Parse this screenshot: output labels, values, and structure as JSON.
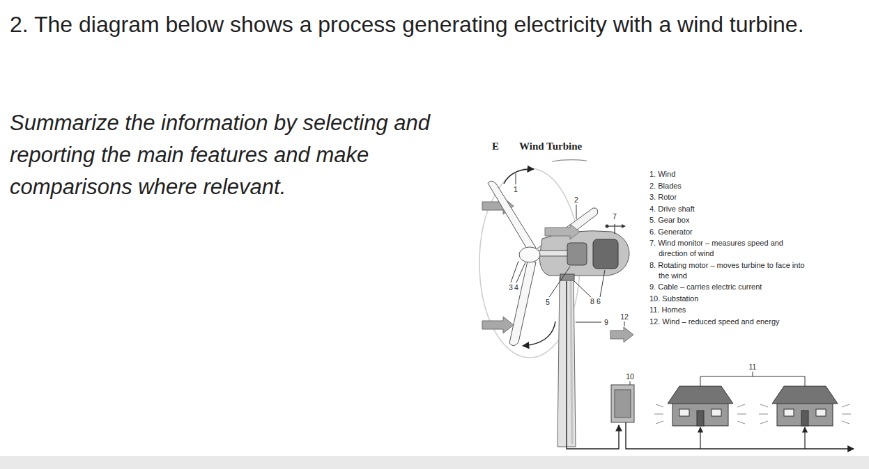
{
  "diagram": {
    "title": "2. The diagram below shows a process generating electricity with a wind turbine.",
    "labels": [
      "Summarize the information by selecting and reporting the main features and make comparisons where relevant.",
      "E",
      "Wind Turbine",
      "1. Wind",
      "2. Blades",
      "3. Rotor",
      "4. Drive shaft",
      "5. Gear box",
      "6. Generator",
      "7. Wind monitor – measures speed and direction of wind",
      "8. Rotating motor – moves turbine to face into the wind",
      "9. Cable – carries electric current",
      "10. Substation",
      "11. Homes",
      "12. Wind – reduced speed and energy",
      "1",
      "2",
      "7",
      "3",
      "4",
      "5",
      "8",
      "6",
      "9",
      "12",
      "10",
      "11"
    ]
  }
}
